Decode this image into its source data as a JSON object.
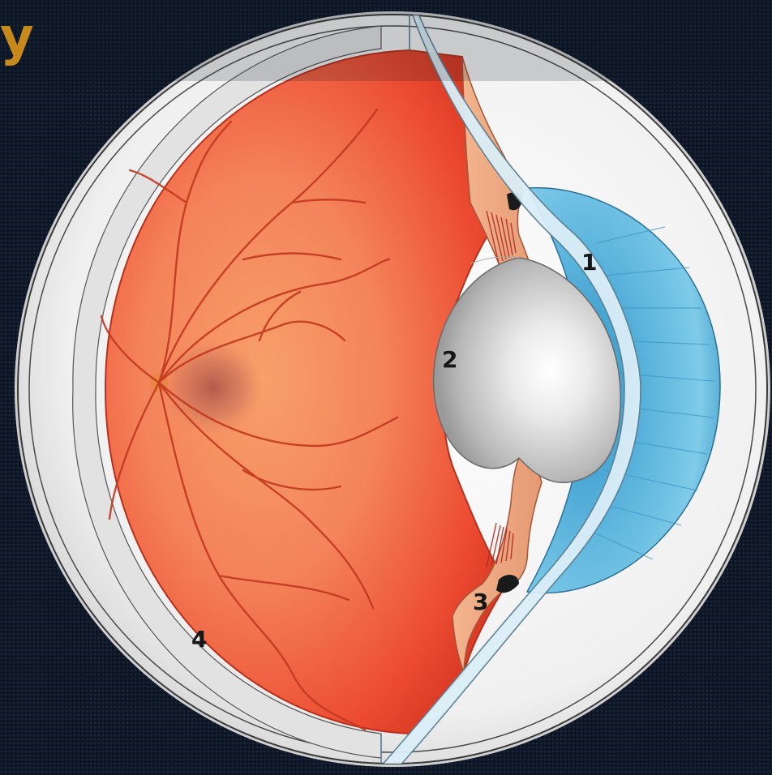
{
  "title_fragment": "y",
  "labels": {
    "one": "1",
    "two": "2",
    "three": "3",
    "four": "4"
  },
  "colors": {
    "background": "#0d1524",
    "title": "#f2a31b",
    "retina": "#ef5a3a",
    "iris": "#5fb4d8",
    "lens": "#d8d8d8",
    "sclera": "#f1f1f1"
  }
}
